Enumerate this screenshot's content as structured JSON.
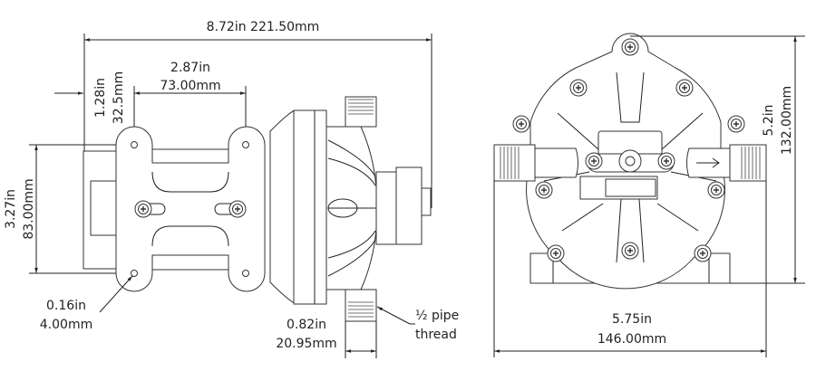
{
  "dimensions": {
    "overall_length": "8.72in  221.50mm",
    "flange_offset_in": "1.28in",
    "flange_offset_mm": "32.5mm",
    "hole_spacing_in": "2.87in",
    "hole_spacing_mm": "73.00mm",
    "hole_height_in": "3.27in",
    "hole_height_mm": "83.00mm",
    "hole_dia_in": "0.16in",
    "hole_dia_mm": "4.00mm",
    "port_width_in": "0.82in",
    "port_width_mm": "20.95mm",
    "thread_line1": "½ pipe",
    "thread_line2": "thread",
    "height_in": "5.2in",
    "height_mm": "132.00mm",
    "width_in": "5.75in",
    "width_mm": "146.00mm"
  }
}
